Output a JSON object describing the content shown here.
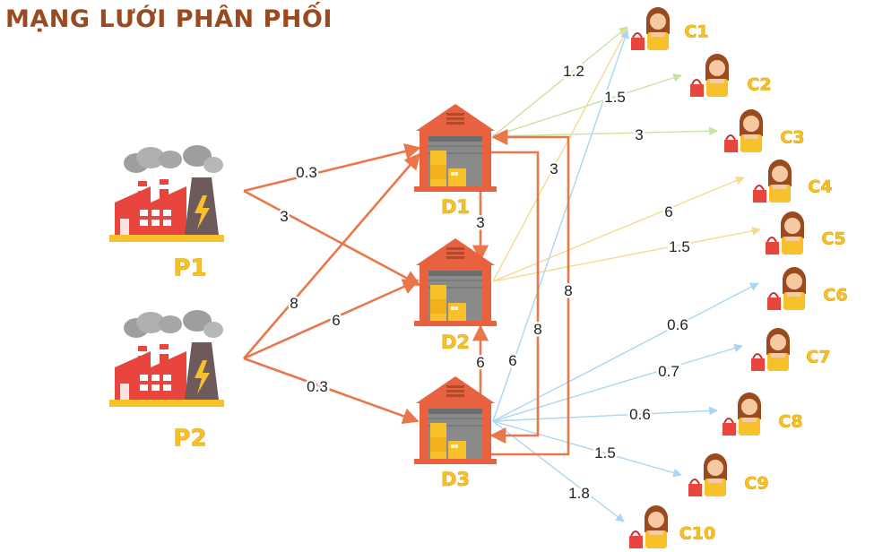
{
  "title": "MẠNG LƯỚI PHÂN PHỐI",
  "colors": {
    "title": "#9a4a1f",
    "factory_edge": "#e9774a",
    "dc_edge": "#e9774a",
    "node_label": "#f6c12b",
    "d1_edge": "#c8e3a0",
    "d2_edge": "#f7d98f",
    "d3_edge": "#a9d6f2",
    "warehouse_roof": "#e8623f",
    "factory_red": "#e8453e"
  },
  "icons": {
    "factory": "factory-icon",
    "warehouse": "warehouse-icon",
    "customer": "customer-shopper-icon"
  },
  "nodes": {
    "factories": [
      {
        "id": "P1",
        "label": "P1"
      },
      {
        "id": "P2",
        "label": "P2"
      }
    ],
    "warehouses": [
      {
        "id": "D1",
        "label": "D1"
      },
      {
        "id": "D2",
        "label": "D2"
      },
      {
        "id": "D3",
        "label": "D3"
      }
    ],
    "customers": [
      {
        "id": "C1",
        "label": "C1"
      },
      {
        "id": "C2",
        "label": "C2"
      },
      {
        "id": "C3",
        "label": "C3"
      },
      {
        "id": "C4",
        "label": "C4"
      },
      {
        "id": "C5",
        "label": "C5"
      },
      {
        "id": "C6",
        "label": "C6"
      },
      {
        "id": "C7",
        "label": "C7"
      },
      {
        "id": "C8",
        "label": "C8"
      },
      {
        "id": "C9",
        "label": "C9"
      },
      {
        "id": "C10",
        "label": "C10"
      }
    ]
  },
  "edges": [
    {
      "id": "P1-D1",
      "from": "P1",
      "to": "D1",
      "label": "0.3"
    },
    {
      "id": "P1-D2",
      "from": "P1",
      "to": "D2",
      "label": "3"
    },
    {
      "id": "P2-D1",
      "from": "P2",
      "to": "D1",
      "label": "8"
    },
    {
      "id": "P2-D2",
      "from": "P2",
      "to": "D2",
      "label": "6"
    },
    {
      "id": "P2-D3",
      "from": "P2",
      "to": "D3",
      "label": "0.3"
    },
    {
      "id": "D1-D2",
      "from": "D1",
      "to": "D2",
      "label": "3"
    },
    {
      "id": "D3-D2",
      "from": "D3",
      "to": "D2",
      "label": "6"
    },
    {
      "id": "D1-D3",
      "from": "D1",
      "to": "D3",
      "label": "8"
    },
    {
      "id": "D3-D1",
      "from": "D3",
      "to": "D1",
      "label": "8"
    },
    {
      "id": "D1-C1",
      "from": "D1",
      "to": "C1",
      "label": "1.2"
    },
    {
      "id": "D1-C2",
      "from": "D1",
      "to": "C2",
      "label": "1.5"
    },
    {
      "id": "D1-C3",
      "from": "D1",
      "to": "C3",
      "label": "3"
    },
    {
      "id": "D2-C1",
      "from": "D2",
      "to": "C1",
      "label": "3"
    },
    {
      "id": "D2-C4",
      "from": "D2",
      "to": "C4",
      "label": "6"
    },
    {
      "id": "D2-C5",
      "from": "D2",
      "to": "C5",
      "label": "1.5"
    },
    {
      "id": "D3-C1",
      "from": "D3",
      "to": "C1",
      "label": "6"
    },
    {
      "id": "D3-C6",
      "from": "D3",
      "to": "C6",
      "label": "0.6"
    },
    {
      "id": "D3-C7",
      "from": "D3",
      "to": "C7",
      "label": "0.7"
    },
    {
      "id": "D3-C8",
      "from": "D3",
      "to": "C8",
      "label": "0.6"
    },
    {
      "id": "D3-C9",
      "from": "D3",
      "to": "C9",
      "label": "1.5"
    },
    {
      "id": "D3-C10",
      "from": "D3",
      "to": "C10",
      "label": "1.8"
    }
  ]
}
